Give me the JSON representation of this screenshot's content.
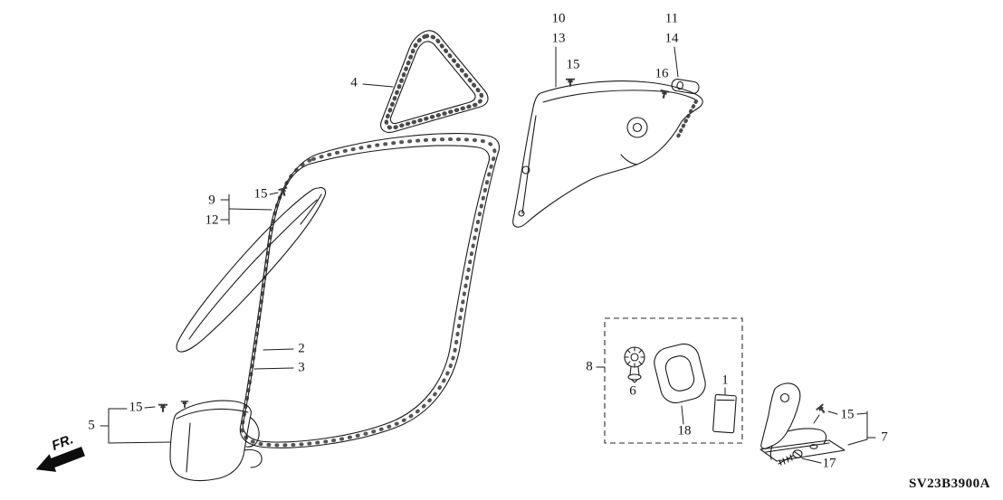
{
  "colors": {
    "background": "#ffffff",
    "line": "#1a1a1a",
    "arrow": "#0d0d0d"
  },
  "diagram": {
    "code": "SV23B3900A",
    "direction_label": "FR.",
    "callouts": {
      "n1": "1",
      "n2": "2",
      "n3": "3",
      "n4": "4",
      "n5": "5",
      "n6": "6",
      "n7": "7",
      "n8": "8",
      "n9": "9",
      "n10": "10",
      "n11": "11",
      "n12": "12",
      "n13": "13",
      "n14": "14",
      "n15": "15",
      "n16": "16",
      "n17": "17",
      "n18": "18"
    }
  }
}
